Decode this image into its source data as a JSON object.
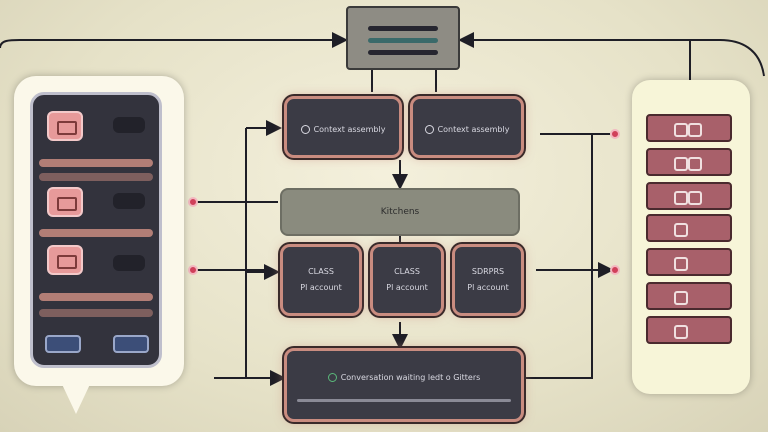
{
  "top_panel": {
    "label": ""
  },
  "top_left_card": {
    "label": "Context assembly"
  },
  "top_right_card": {
    "label": "Context assembly"
  },
  "middle_bar": {
    "label": "Kitchens"
  },
  "small_cards": [
    {
      "title": "CLASS",
      "sub": "Pl account"
    },
    {
      "title": "CLASS",
      "sub": "Pl account"
    },
    {
      "title": "SDRPRS",
      "sub": "Pl account"
    }
  ],
  "bottom_card": {
    "label": "Conversation waiting ledt o Gitters",
    "sub": ""
  },
  "colors": {
    "card_border": "#c98c80",
    "card_bg": "#3b3b45",
    "pin": "#d0405a",
    "background": "#efebd3"
  },
  "icons": [
    "phone-screen-icon",
    "list-item-icon",
    "connector-pin-icon",
    "arrow-icon"
  ]
}
